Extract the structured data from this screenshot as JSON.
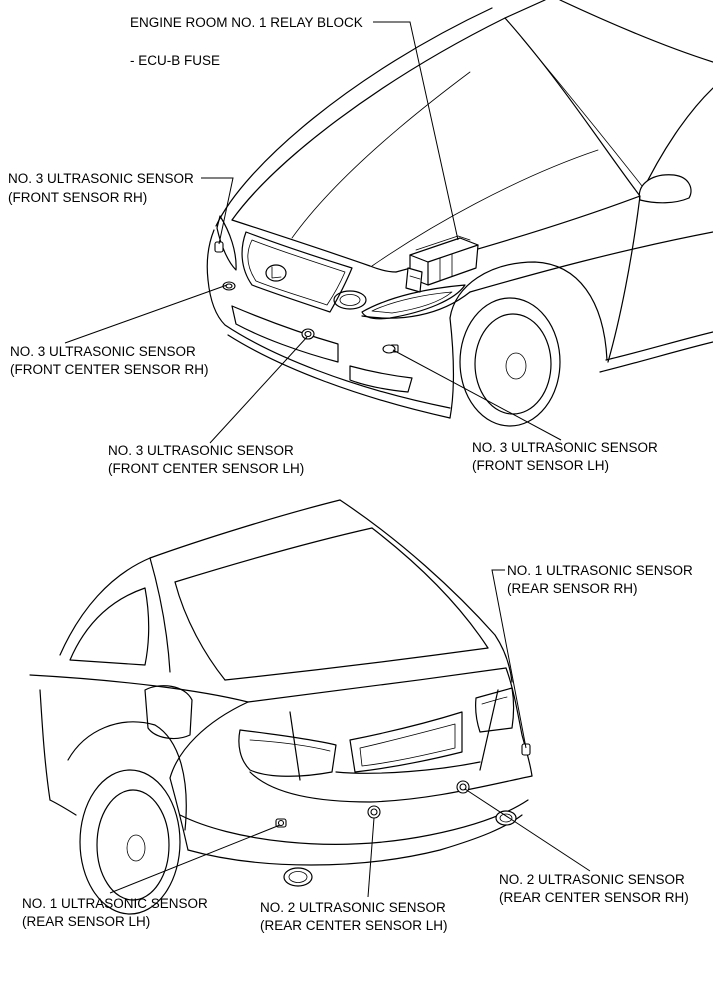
{
  "colors": {
    "line": "#000000",
    "background": "#ffffff"
  },
  "front_view": {
    "relay_block": {
      "title": "ENGINE ROOM NO. 1 RELAY BLOCK",
      "item": "- ECU-B FUSE"
    },
    "sensor_front_rh": {
      "name": "NO. 3 ULTRASONIC SENSOR",
      "position": "(FRONT SENSOR RH)"
    },
    "sensor_front_center_rh": {
      "name": "NO. 3 ULTRASONIC SENSOR",
      "position": "(FRONT CENTER SENSOR RH)"
    },
    "sensor_front_center_lh": {
      "name": "NO. 3 ULTRASONIC SENSOR",
      "position": "(FRONT CENTER SENSOR LH)"
    },
    "sensor_front_lh": {
      "name": "NO. 3 ULTRASONIC SENSOR",
      "position": "(FRONT SENSOR LH)"
    }
  },
  "rear_view": {
    "sensor_rear_rh": {
      "name": "NO. 1 ULTRASONIC SENSOR",
      "position": "(REAR SENSOR RH)"
    },
    "sensor_rear_center_rh": {
      "name": "NO. 2 ULTRASONIC SENSOR",
      "position": "(REAR CENTER SENSOR RH)"
    },
    "sensor_rear_lh": {
      "name": "NO. 1 ULTRASONIC SENSOR",
      "position": "(REAR SENSOR LH)"
    },
    "sensor_rear_center_lh": {
      "name": "NO. 2 ULTRASONIC SENSOR",
      "position": "(REAR CENTER SENSOR LH)"
    }
  }
}
